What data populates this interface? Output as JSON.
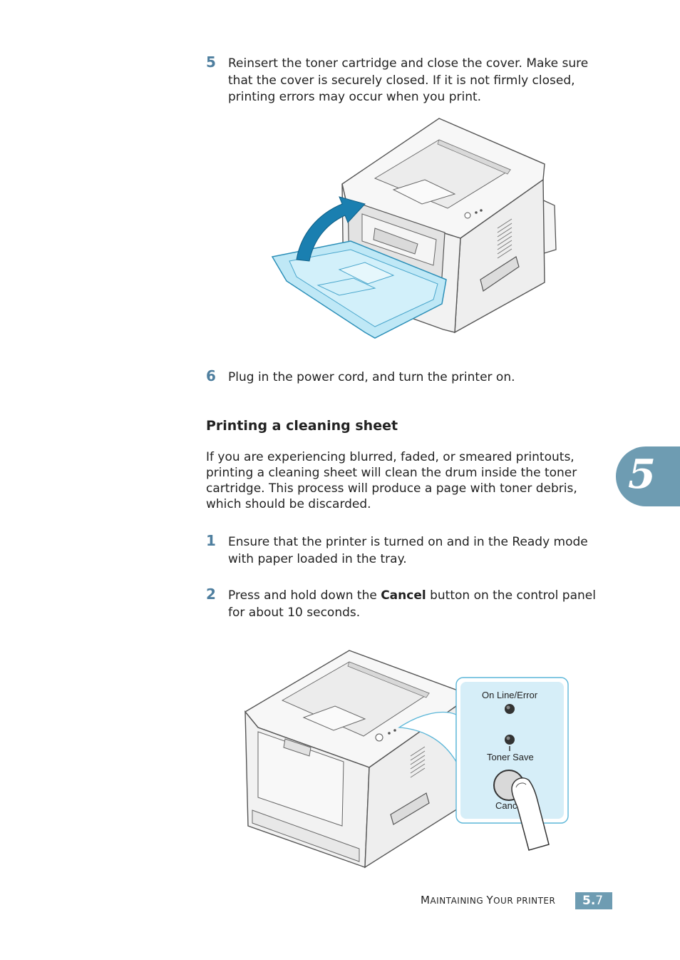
{
  "steps": [
    {
      "number": "5",
      "text": "Reinsert the toner cartridge and close the cover. Make sure that the cover is securely closed. If it is not firmly closed, printing errors may occur when you print."
    },
    {
      "number": "6",
      "text": "Plug in the power cord, and turn the printer on."
    },
    {
      "number": "1",
      "text": "Ensure that the printer is turned on and in the Ready mode with paper loaded in the tray."
    },
    {
      "number": "2",
      "text_before": "Press and hold down the ",
      "bold": "Cancel",
      "text_after": " button on the control panel for about 10 seconds."
    }
  ],
  "section": {
    "heading": "Printing a cleaning sheet",
    "paragraph": "If you are experiencing blurred, faded, or smeared printouts, printing a cleaning sheet will clean the drum inside the toner cartridge. This process will produce a page with toner debris, which should be discarded."
  },
  "control_panel": {
    "online_label": "On Line/Error",
    "toner_label": "Toner Save",
    "cancel_label": "Canc"
  },
  "chapter_tab": "5",
  "footer": {
    "title_parts": [
      {
        "cap": "M",
        "sc": "AINTAINING "
      },
      {
        "cap": "Y",
        "sc": "OUR PRINTER"
      }
    ],
    "chapter": "5.",
    "page": "7"
  },
  "colors": {
    "accent": "#6e9cb2",
    "step_number": "#4f7f9f",
    "cover_blue": "#bfe8f6",
    "arrow": "#1a7fb0"
  }
}
